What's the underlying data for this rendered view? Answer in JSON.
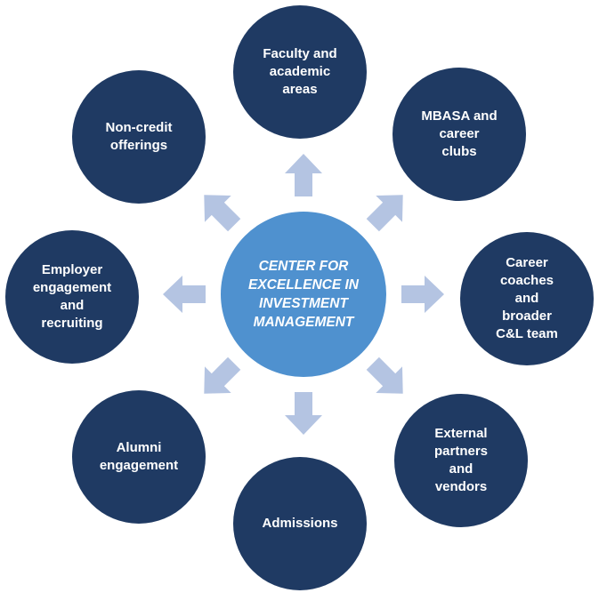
{
  "colors": {
    "node_fill": "#1f3a63",
    "center_fill": "#4f91cf",
    "arrow_fill": "#b4c4e2",
    "text": "#ffffff"
  },
  "center": {
    "label": "CENTER FOR\nEXCELLENCE IN\nINVESTMENT\nMANAGEMENT"
  },
  "nodes": [
    {
      "label": "Faculty and\nacademic\nareas"
    },
    {
      "label": "MBASA and\ncareer\nclubs"
    },
    {
      "label": "Career\ncoaches\nand\nbroader\nC&L team"
    },
    {
      "label": "External\npartners\nand\nvendors"
    },
    {
      "label": "Admissions"
    },
    {
      "label": "Alumni\nengagement"
    },
    {
      "label": "Employer\nengagement\nand\nrecruiting"
    },
    {
      "label": "Non-credit\nofferings"
    }
  ],
  "arrow_icon": "block-arrow-icon"
}
